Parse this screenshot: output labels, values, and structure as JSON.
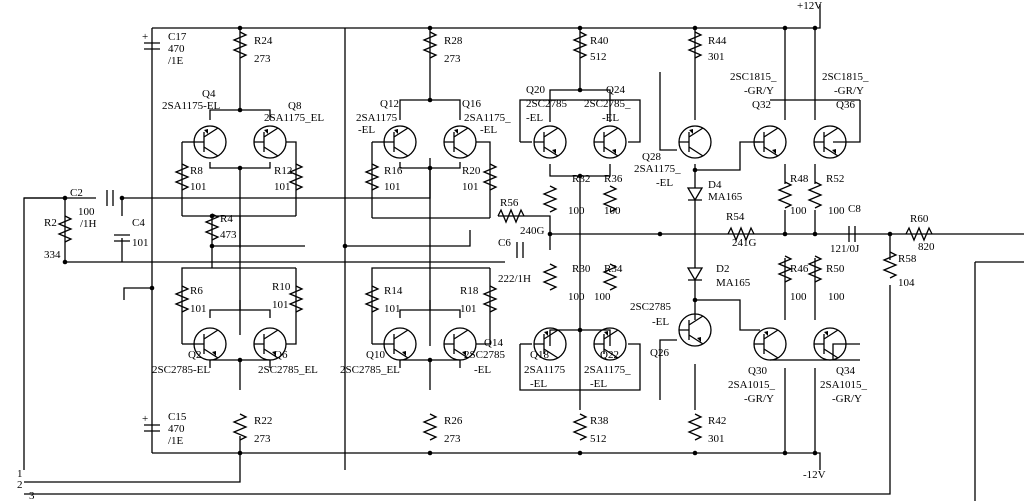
{
  "rails": {
    "positive": "+12V",
    "negative": "-12V"
  },
  "components": [
    {
      "id": "C17",
      "kind": "cap-pol",
      "ref": "C17",
      "value": "470",
      "value2": "/1E"
    },
    {
      "id": "C15",
      "kind": "cap-pol",
      "ref": "C15",
      "value": "470",
      "value2": "/1E"
    },
    {
      "id": "R24",
      "kind": "res",
      "ref": "R24",
      "value": "273"
    },
    {
      "id": "R28",
      "kind": "res",
      "ref": "R28",
      "value": "273"
    },
    {
      "id": "R40",
      "kind": "res",
      "ref": "R40",
      "value": "512"
    },
    {
      "id": "R44",
      "kind": "res",
      "ref": "R44",
      "value": "301"
    },
    {
      "id": "Q4",
      "kind": "pnp",
      "ref": "Q4",
      "value": "2SA1175-EL"
    },
    {
      "id": "Q8",
      "kind": "pnp",
      "ref": "Q8",
      "value": "2SA1175_EL"
    },
    {
      "id": "Q12",
      "kind": "pnp",
      "ref": "Q12",
      "value": "2SA1175",
      "value2": "-EL"
    },
    {
      "id": "Q16",
      "kind": "pnp",
      "ref": "Q16",
      "value": "2SA1175_",
      "value2": "-EL"
    },
    {
      "id": "Q20",
      "kind": "npn",
      "ref": "Q20",
      "value": "2SC2785",
      "value2": "-EL"
    },
    {
      "id": "Q24",
      "kind": "npn",
      "ref": "Q24",
      "value": "2SC2785_",
      "value2": "-EL"
    },
    {
      "id": "Q28",
      "kind": "pnp",
      "ref": "Q28",
      "value": "2SA1175_",
      "value2": "-EL"
    },
    {
      "id": "Q32",
      "kind": "npn",
      "ref": "Q32",
      "value": "2SC1815_",
      "value2": "-GR/Y"
    },
    {
      "id": "Q36",
      "kind": "npn",
      "ref": "Q36",
      "value": "2SC1815_",
      "value2": "-GR/Y"
    },
    {
      "id": "R8",
      "kind": "res",
      "ref": "R8",
      "value": "101"
    },
    {
      "id": "R12",
      "kind": "res",
      "ref": "R12",
      "value": "101"
    },
    {
      "id": "R16",
      "kind": "res",
      "ref": "R16",
      "value": "101"
    },
    {
      "id": "R20",
      "kind": "res",
      "ref": "R20",
      "value": "101"
    },
    {
      "id": "R32",
      "kind": "res",
      "ref": "R32",
      "value": "100"
    },
    {
      "id": "R36",
      "kind": "res",
      "ref": "R36",
      "value": "100"
    },
    {
      "id": "D4",
      "kind": "diode",
      "ref": "D4",
      "value": "MA165"
    },
    {
      "id": "R48",
      "kind": "res",
      "ref": "R48",
      "value": "100"
    },
    {
      "id": "R52",
      "kind": "res",
      "ref": "R52",
      "value": "100"
    },
    {
      "id": "C8",
      "kind": "cap-pol",
      "ref": "C8",
      "value": "121/0J"
    },
    {
      "id": "R60",
      "kind": "res",
      "ref": "R60",
      "value": "820"
    },
    {
      "id": "C2",
      "kind": "cap-pol",
      "ref": "C2",
      "value": "100",
      "value2": "/1H"
    },
    {
      "id": "R2",
      "kind": "res",
      "ref": "R2",
      "value": "334"
    },
    {
      "id": "C4",
      "kind": "cap",
      "ref": "C4",
      "value": "101"
    },
    {
      "id": "R4",
      "kind": "res",
      "ref": "R4",
      "value": "473"
    },
    {
      "id": "R56",
      "kind": "res",
      "ref": "R56",
      "value": "240G"
    },
    {
      "id": "C6",
      "kind": "cap-pol",
      "ref": "C6",
      "value": "222/1H"
    },
    {
      "id": "R54",
      "kind": "res",
      "ref": "R54",
      "value": "241G"
    },
    {
      "id": "R58",
      "kind": "res",
      "ref": "R58",
      "value": "104"
    },
    {
      "id": "R6",
      "kind": "res",
      "ref": "R6",
      "value": "101"
    },
    {
      "id": "R10",
      "kind": "res",
      "ref": "R10",
      "value": "101"
    },
    {
      "id": "R14",
      "kind": "res",
      "ref": "R14",
      "value": "101"
    },
    {
      "id": "R18",
      "kind": "res",
      "ref": "R18",
      "value": "101"
    },
    {
      "id": "R30",
      "kind": "res",
      "ref": "R30",
      "value": "100"
    },
    {
      "id": "R34",
      "kind": "res",
      "ref": "R34",
      "value": "100"
    },
    {
      "id": "D2",
      "kind": "diode",
      "ref": "D2",
      "value": "MA165"
    },
    {
      "id": "R46",
      "kind": "res",
      "ref": "R46",
      "value": "100"
    },
    {
      "id": "R50",
      "kind": "res",
      "ref": "R50",
      "value": "100"
    },
    {
      "id": "Q2",
      "kind": "npn",
      "ref": "Q2",
      "value": "2SC2785-EL"
    },
    {
      "id": "Q6",
      "kind": "npn",
      "ref": "Q6",
      "value": "2SC2785_EL"
    },
    {
      "id": "Q10",
      "kind": "npn",
      "ref": "Q10",
      "value": "2SC2785_EL"
    },
    {
      "id": "Q14",
      "kind": "npn",
      "ref": "Q14",
      "value": "2SC2785",
      "value2": "-EL"
    },
    {
      "id": "Q18",
      "kind": "pnp",
      "ref": "Q18",
      "value": "2SA1175",
      "value2": "-EL"
    },
    {
      "id": "Q22",
      "kind": "pnp",
      "ref": "Q22",
      "value": "2SA1175_",
      "value2": "-EL"
    },
    {
      "id": "Q26",
      "kind": "npn",
      "ref": "Q26",
      "value": "2SC2785",
      "value2": "-EL"
    },
    {
      "id": "Q30",
      "kind": "pnp",
      "ref": "Q30",
      "value": "2SA1015_",
      "value2": "-GR/Y"
    },
    {
      "id": "Q34",
      "kind": "pnp",
      "ref": "Q34",
      "value": "2SA1015_",
      "value2": "-GR/Y"
    },
    {
      "id": "R22",
      "kind": "res",
      "ref": "R22",
      "value": "273"
    },
    {
      "id": "R26",
      "kind": "res",
      "ref": "R26",
      "value": "273"
    },
    {
      "id": "R38",
      "kind": "res",
      "ref": "R38",
      "value": "512"
    },
    {
      "id": "R42",
      "kind": "res",
      "ref": "R42",
      "value": "301"
    }
  ],
  "connector_pins": [
    "1",
    "2",
    "3"
  ]
}
